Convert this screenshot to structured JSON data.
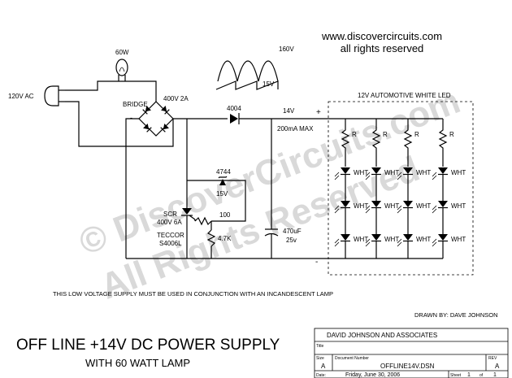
{
  "header": {
    "website": "www.discovercircuits.com",
    "rights": "all rights reserved"
  },
  "watermark": {
    "line1": "© DiscoverCircuits.com",
    "line2": "All Rights Reserved"
  },
  "labels": {
    "lamp": "60W",
    "ac_input": "120V AC",
    "bridge": "BRIDGE",
    "bridge_rating": "400V 2A",
    "wave_peak": "160V",
    "wave_low": "15V",
    "diode": "4004",
    "output_v": "14V",
    "plus": "+",
    "max_current": "200mA MAX",
    "led_title": "12V AUTOMOTIVE WHITE LED",
    "zener": "4744",
    "zener_v": "15V",
    "res_100": "100",
    "scr": "SCR",
    "scr_rating": "400V 6A",
    "teccor": "TECCOR",
    "scr_part": "S4006L",
    "res_47k": "4.7K",
    "cap_value": "470uF",
    "cap_voltage": "25v",
    "r": "R",
    "wht": "WHT",
    "minus": "-",
    "note": "THIS LOW VOLTAGE SUPPLY MUST BE USED IN CONJUNCTION WITH AN INCANDESCENT LAMP",
    "drawn_by": "DRAWN BY: DAVE JOHNSON"
  },
  "title_block": {
    "main_title": "OFF LINE +14V DC POWER SUPPLY",
    "sub_title": "WITH 60 WATT LAMP",
    "company": "DAVID JOHNSON AND ASSOCIATES",
    "title_label": "Title",
    "size_label": "Size",
    "size_value": "A",
    "doc_label": "Document Number",
    "doc_value": "OFFLINE14V.DSN",
    "rev_label": "REV",
    "rev_value": "A",
    "date_label": "Date:",
    "date_value": "Friday, June 30, 2006",
    "sheet_label": "Sheet",
    "sheet_value": "1",
    "of_label": "of",
    "sheet_total": "1"
  }
}
